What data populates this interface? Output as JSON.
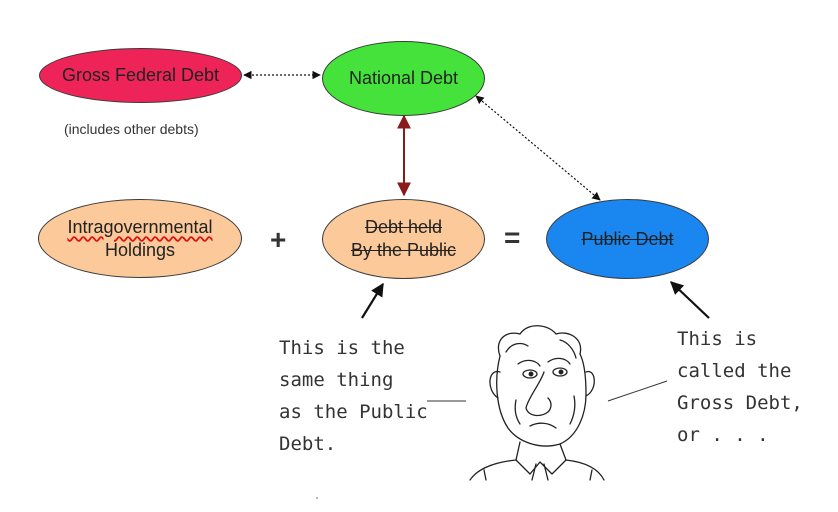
{
  "nodes": {
    "gross_federal_debt": {
      "label": "Gross Federal Debt",
      "color": "#ee2458"
    },
    "national_debt": {
      "label": "National Debt",
      "color": "#44e23a"
    },
    "intragovernmental": {
      "line1": "Intragovernmental",
      "line2": "Holdings",
      "color": "#fbc99a"
    },
    "debt_held_public": {
      "line1": "Debt held",
      "line2": "By the Public",
      "color": "#fbc99a"
    },
    "public_debt": {
      "label": "Public Debt",
      "color": "#1a86f0"
    }
  },
  "gross_note": "(includes other debts)",
  "operators": {
    "plus": "+",
    "equals": "="
  },
  "notes": {
    "left": "This is the\nsame thing\nas the Public\nDebt.",
    "right": "This is\ncalled the\nGross Debt,\nor . . ."
  },
  "figure": {
    "icon": "man-face-illustration"
  },
  "colors": {
    "solid_arrow": "#8b1a1a",
    "dotted_arrow": "#111111"
  }
}
